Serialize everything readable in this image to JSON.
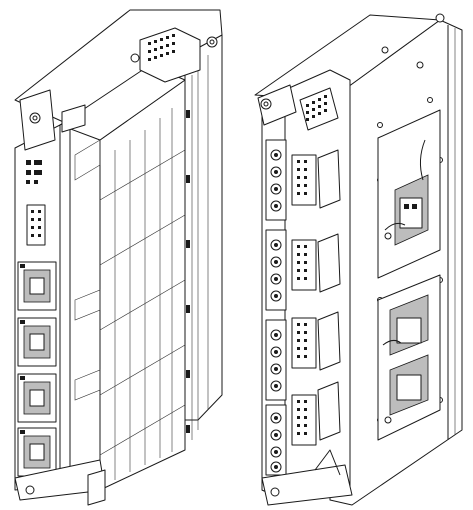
{
  "figure": {
    "background": "#ffffff",
    "line_color": "#1a1a1a",
    "views": [
      {
        "id": "front",
        "description_name": "module-front-view",
        "port_count": 4
      },
      {
        "id": "rear",
        "description_name": "module-rear-view",
        "connector_group_count": 4
      }
    ]
  }
}
